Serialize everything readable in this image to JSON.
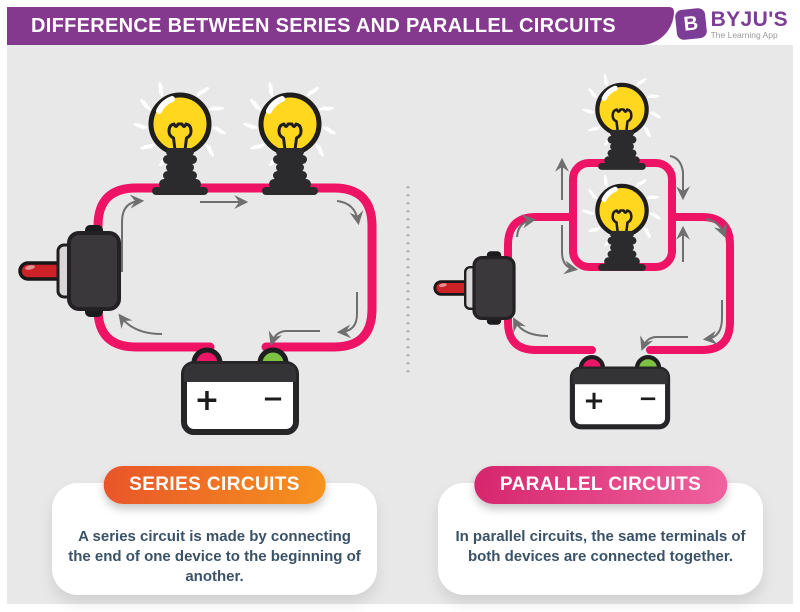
{
  "header": {
    "title": "DIFFERENCE BETWEEN SERIES AND PARALLEL CIRCUITS",
    "logo": {
      "icon_letter": "B",
      "brand": "BYJU'S",
      "tagline": "The Learning App"
    }
  },
  "series_panel": {
    "badge": "SERIES CIRCUITS",
    "description": "A series circuit is made by connecting the end of one device to the beginning of another.",
    "battery": {
      "positive": "+",
      "negative": "−"
    }
  },
  "parallel_panel": {
    "badge": "PARALLEL CIRCUITS",
    "description": "In parallel circuits, the same terminals of both devices are connected together.",
    "battery": {
      "positive": "+",
      "negative": "−"
    }
  },
  "colors": {
    "header_purple": "#84388E",
    "logo_purple": "#7C3D96",
    "background_gray": "#E9E8E8",
    "wire_pink": "#EE1365",
    "bulb_yellow": "#FFD71E",
    "terminal_positive_pink": "#EC1566",
    "terminal_negative_green": "#7DC242",
    "switch_lever_red": "#CB2127",
    "arrow_gray": "#6F6F6F",
    "badge_orange_start": "#E8542A",
    "badge_orange_end": "#F7941E",
    "badge_pink_start": "#D6256C",
    "badge_pink_end": "#F0639F",
    "card_text": "#3A5267"
  }
}
